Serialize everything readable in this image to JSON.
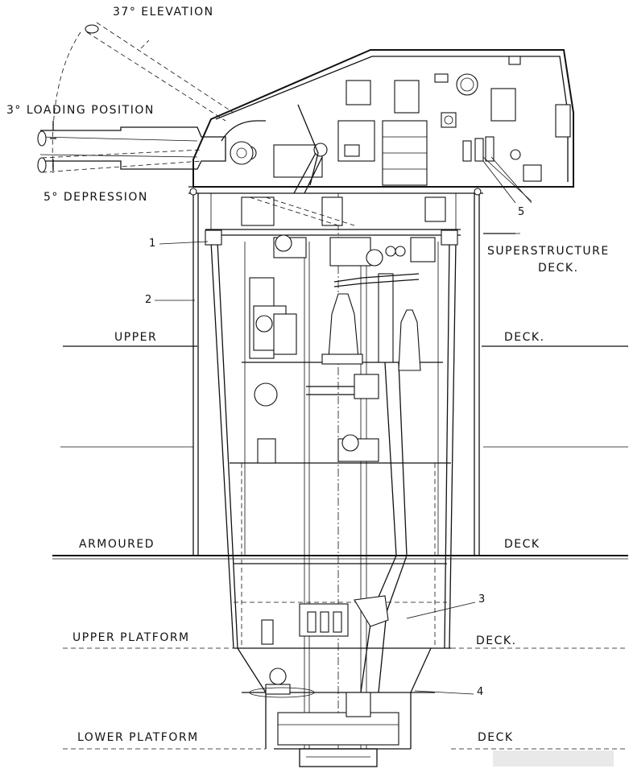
{
  "angles": {
    "elevation": "37° ELEVATION",
    "loading": "3° LOADING POSITION",
    "depression": "5° DEPRESSION"
  },
  "decks": {
    "superstructure": "SUPERSTRUCTURE",
    "superstructure_deck": "DECK.",
    "upper": "UPPER",
    "upper_deck": "DECK.",
    "armoured": "ARMOURED",
    "armoured_deck": "DECK",
    "upper_platform": "UPPER PLATFORM",
    "upper_platform_deck": "DECK.",
    "lower_platform": "LOWER PLATFORM",
    "lower_platform_deck": "DECK"
  },
  "callouts": {
    "c1": "1",
    "c2": "2",
    "c3": "3",
    "c4": "4",
    "c5": "5"
  }
}
